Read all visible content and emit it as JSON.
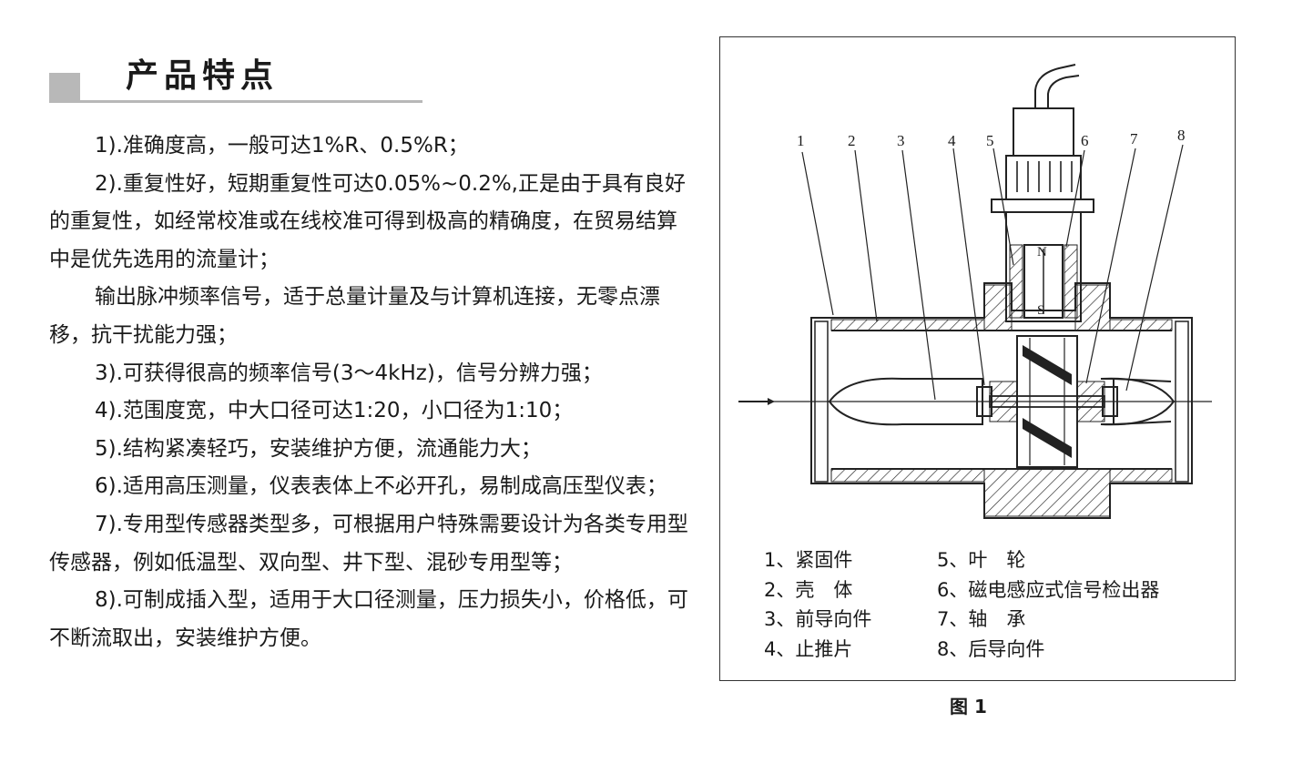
{
  "section_title": "产品特点",
  "paragraphs": [
    "1).准确度高，一般可达1%R、0.5%R；",
    "2).重复性好，短期重复性可达0.05%~0.2%,正是由于具有良好的重复性，如经常校准或在线校准可得到极高的精确度，在贸易结算中是优先选用的流量计；",
    "输出脉冲频率信号，适于总量计量及与计算机连接，无零点漂移，抗干扰能力强；",
    "3).可获得很高的频率信号(3～4kHz)，信号分辨力强；",
    "4).范围度宽，中大口径可达1:20，小口径为1:10；",
    "5).结构紧凑轻巧，安装维护方便，流通能力大；",
    "6).适用高压测量，仪表表体上不必开孔，易制成高压型仪表；",
    "7).专用型传感器类型多，可根据用户特殊需要设计为各类专用型传感器，例如低温型、双向型、井下型、混砂专用型等；",
    "8).可制成插入型，适用于大口径测量，压力损失小，价格低，可不断流取出，安装维护方便。"
  ],
  "figure": {
    "callouts": [
      "1",
      "2",
      "3",
      "4",
      "5",
      "6",
      "7",
      "8"
    ],
    "magnet_north": "N",
    "magnet_south": "S",
    "legend_left": [
      "1、紧固件",
      "2、壳　体",
      "3、前导向件",
      "4、止推片"
    ],
    "legend_right": [
      "5、叶　轮",
      "6、磁电感应式信号检出器",
      "7、轴　承",
      "8、后导向件"
    ],
    "caption": "图 1"
  }
}
